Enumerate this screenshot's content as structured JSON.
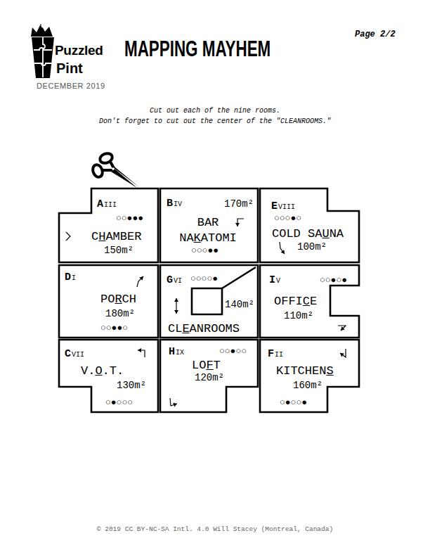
{
  "diagram": {
    "title": "MAPPING MAYHEM",
    "nodes": [
      {
        "text": [
          "A",
          "III",
          "○○●●●",
          "CHAMBER",
          "150m²"
        ]
      },
      {
        "text": [
          "B",
          "IV",
          "170m²",
          "BAR NAKATOMI",
          "○○○●●"
        ]
      },
      {
        "text": [
          "E",
          "VIII",
          "○○○●○",
          "COLD SAUNA",
          "100m²"
        ]
      },
      {
        "text": [
          "D",
          "I",
          "PORCH",
          "180m²",
          "○○●●○"
        ]
      },
      {
        "text": [
          "G",
          "VI",
          "○○○○●",
          "140m²",
          "CLEANROOMS"
        ]
      },
      {
        "text": [
          "I",
          "V",
          "○○●○●",
          "OFFICE",
          "110m²"
        ]
      },
      {
        "text": [
          "C",
          "VII",
          "V.O.T.",
          "130m²",
          "○●○○○"
        ]
      },
      {
        "text": [
          "H",
          "IX",
          "○○●○○",
          "LOFT",
          "120m²"
        ]
      },
      {
        "text": [
          "F",
          "II",
          "KITCHENS",
          "160m²",
          "○●○○●"
        ]
      }
    ],
    "labels": [
      "Page 2/2",
      "Puzzled",
      "Pint",
      "DECEMBER 2019",
      "Cut out each of the nine rooms.",
      "Don't forget to cut out the center of the \"CLEANROOMS.\"",
      "© 2019 CC BY-NC-SA Intl. 4.0 Will Stacey (Montreal, Canada)"
    ]
  }
}
